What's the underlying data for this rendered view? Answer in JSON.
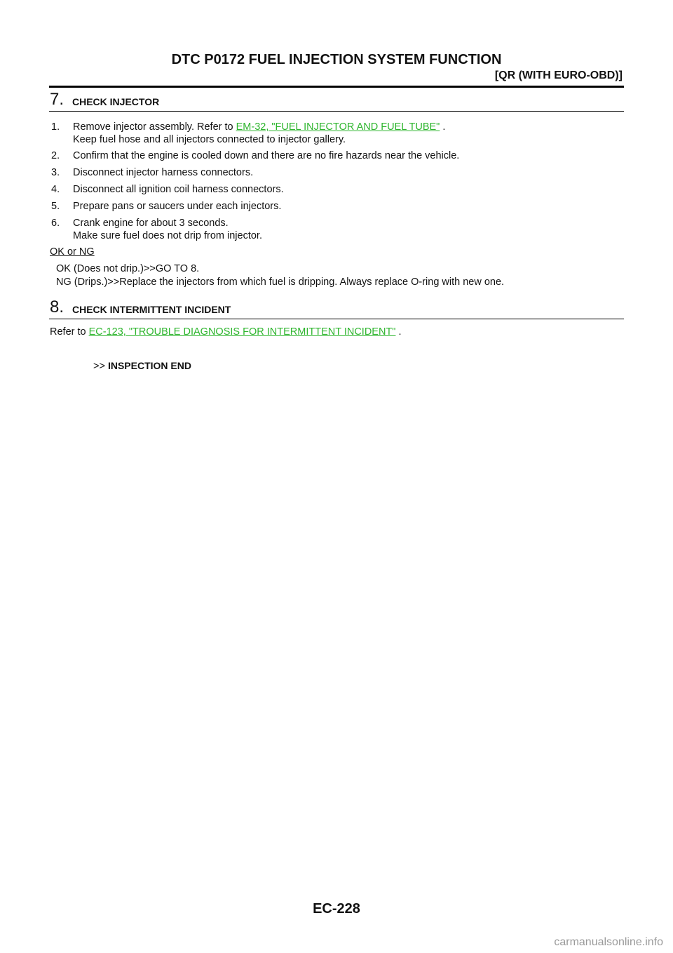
{
  "header": {
    "title": "DTC P0172 FUEL INJECTION SYSTEM FUNCTION",
    "subtitle": "[QR (WITH EURO-OBD)]"
  },
  "step7": {
    "number": "7.",
    "title": "CHECK INJECTOR",
    "items": [
      {
        "num": "1.",
        "text": "Remove injector assembly. Refer to",
        "link": "EM-32, \"FUEL INJECTOR AND FUEL TUBE\"",
        "after": ".",
        "line2": "Keep fuel hose and all injectors connected to injector gallery."
      },
      {
        "num": "2.",
        "text": "Confirm that the engine is cooled down and there are no fire hazards near the vehicle."
      },
      {
        "num": "3.",
        "text": "Disconnect injector harness connectors."
      },
      {
        "num": "4.",
        "text": "Disconnect all ignition coil harness connectors."
      },
      {
        "num": "5.",
        "text": "Prepare pans or saucers under each injectors."
      },
      {
        "num": "6.",
        "text": "Crank engine for about 3 seconds.",
        "line2": "Make sure fuel does not drip from injector."
      }
    ],
    "judgement_label": "OK or NG",
    "ok_result": "OK (Does not drip.)>>GO TO 8.",
    "ng_result": "NG (Drips.)>>Replace the injectors from which fuel is dripping. Always replace O-ring with new one."
  },
  "step8": {
    "number": "8.",
    "title": "CHECK INTERMITTENT INCIDENT",
    "refer_prefix": "Refer to",
    "link": "EC-123, \"TROUBLE DIAGNOSIS FOR INTERMITTENT INCIDENT\"",
    "refer_suffix": ".",
    "end_arrow": ">>",
    "end_text": "INSPECTION END"
  },
  "footer": {
    "page_number": "EC-228",
    "watermark": "carmanualsonline.info"
  },
  "colors": {
    "link": "#2db52d",
    "text": "#111111",
    "watermark": "#9a9a9a"
  }
}
